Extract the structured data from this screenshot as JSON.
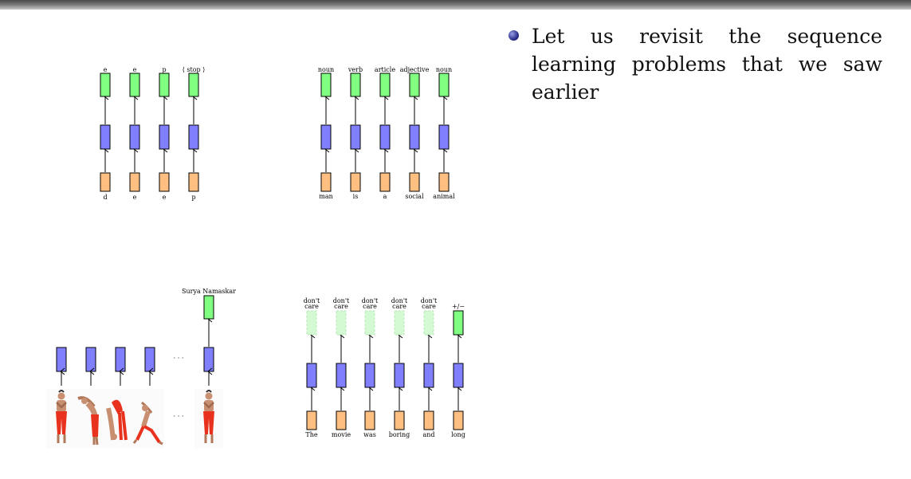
{
  "slide": {
    "bullet_text": "Let us revisit the sequence learning problems that we saw earlier"
  },
  "colors": {
    "output": "#80ff80",
    "hidden": "#8080ff",
    "input": "#ffbf80",
    "dontcare": "#d4fad4"
  },
  "diagrams": [
    {
      "name": "character-prediction",
      "inputs": [
        "d",
        "e",
        "e",
        "p"
      ],
      "outputs": [
        "e",
        "e",
        "p",
        "⟨ stop ⟩"
      ]
    },
    {
      "name": "pos-tagging",
      "inputs": [
        "man",
        "is",
        "a",
        "social",
        "animal"
      ],
      "outputs": [
        "noun",
        "verb",
        "article",
        "adjective",
        "noun"
      ]
    },
    {
      "name": "video-classification",
      "output": "Surya  Namaskar",
      "ellipsis": "· · ·"
    },
    {
      "name": "sentiment-analysis",
      "inputs": [
        "The",
        "movie",
        "was",
        "boring",
        "and",
        "long"
      ],
      "outputs": [
        "don't care",
        "don't care",
        "don't care",
        "don't care",
        "don't care",
        "+/−"
      ]
    }
  ]
}
